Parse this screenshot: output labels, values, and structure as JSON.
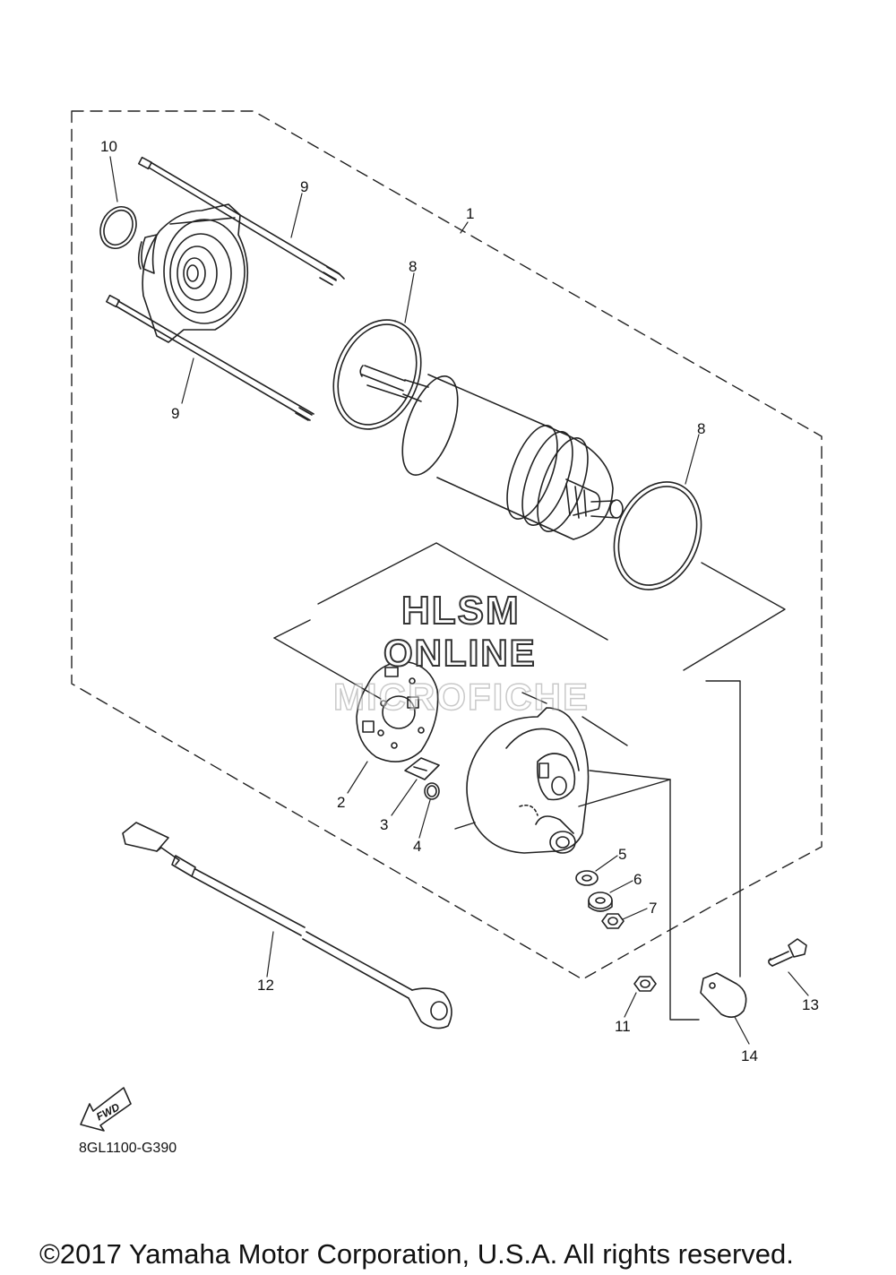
{
  "callouts": [
    {
      "num": "1"
    },
    {
      "num": "2"
    },
    {
      "num": "3"
    },
    {
      "num": "4"
    },
    {
      "num": "5"
    },
    {
      "num": "6"
    },
    {
      "num": "7"
    },
    {
      "num": "8"
    },
    {
      "num": "8"
    },
    {
      "num": "9"
    },
    {
      "num": "9"
    },
    {
      "num": "10"
    },
    {
      "num": "11"
    },
    {
      "num": "12"
    },
    {
      "num": "13"
    },
    {
      "num": "14"
    }
  ],
  "watermark": {
    "line1": "HLSM",
    "line2": "ONLINE",
    "line3": "MICROFICHE"
  },
  "fwd_marker": "FWD",
  "diagram_code": "8GL1100-G390",
  "copyright": "©2017 Yamaha Motor Corporation, U.S.A. All rights reserved."
}
